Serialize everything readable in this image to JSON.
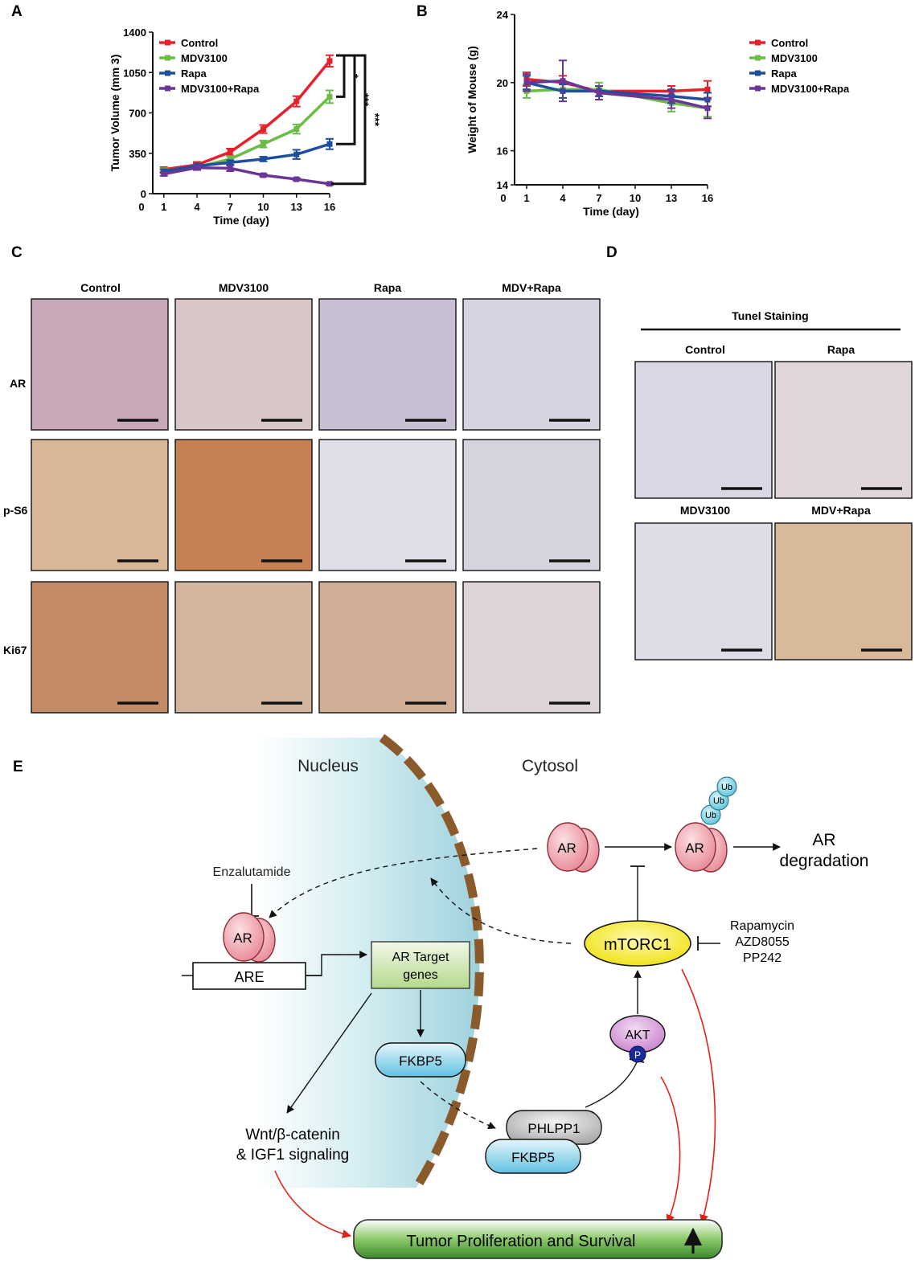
{
  "panels": {
    "A": "A",
    "B": "B",
    "C": "C",
    "D": "D",
    "E": "E"
  },
  "chart_data": [
    {
      "type": "line",
      "title": "",
      "xlabel": "Time (day)",
      "ylabel": "Tumor Volume (mm 3)",
      "xlim": [
        0,
        16
      ],
      "ylim": [
        0,
        1400
      ],
      "xticks": [
        0,
        1,
        4,
        7,
        10,
        13,
        16
      ],
      "yticks": [
        0,
        350,
        700,
        1050,
        1400
      ],
      "x": [
        1,
        4,
        7,
        10,
        13,
        16
      ],
      "legend": "top-left",
      "grid": false,
      "series": [
        {
          "name": "Control",
          "color": "#e8202a",
          "values": [
            210,
            250,
            360,
            560,
            800,
            1150
          ],
          "errors": [
            20,
            25,
            30,
            35,
            45,
            50
          ]
        },
        {
          "name": "MDV3100",
          "color": "#6cbd45",
          "values": [
            200,
            230,
            300,
            430,
            560,
            840
          ],
          "errors": [
            20,
            20,
            25,
            30,
            40,
            55
          ]
        },
        {
          "name": "Rapa",
          "color": "#1f4e9e",
          "values": [
            195,
            240,
            270,
            300,
            340,
            430
          ],
          "errors": [
            15,
            20,
            20,
            20,
            40,
            45
          ]
        },
        {
          "name": "MDV3100+Rapa",
          "color": "#6a3596",
          "values": [
            170,
            225,
            220,
            160,
            125,
            85
          ],
          "errors": [
            15,
            20,
            25,
            12,
            10,
            10
          ]
        }
      ],
      "significance": [
        "*",
        "***",
        "***"
      ]
    },
    {
      "type": "line",
      "title": "",
      "xlabel": "Time (day)",
      "ylabel": "Weight of Mouse (g)",
      "xlim": [
        0,
        16
      ],
      "ylim": [
        14,
        24
      ],
      "xticks": [
        0,
        1,
        4,
        7,
        10,
        13,
        16
      ],
      "yticks": [
        14,
        16,
        20,
        24
      ],
      "x": [
        1,
        4,
        7,
        13,
        16
      ],
      "legend": "right",
      "grid": false,
      "series": [
        {
          "name": "Control",
          "color": "#e8202a",
          "values": [
            20.2,
            20.0,
            19.5,
            19.5,
            19.6
          ],
          "errors": [
            0.4,
            0.4,
            0.3,
            0.3,
            0.5
          ]
        },
        {
          "name": "MDV3100",
          "color": "#6cbd45",
          "values": [
            19.5,
            19.6,
            19.6,
            18.8,
            18.5
          ],
          "errors": [
            0.4,
            0.5,
            0.4,
            0.5,
            0.5
          ]
        },
        {
          "name": "Rapa",
          "color": "#1f4e9e",
          "values": [
            20.0,
            19.5,
            19.5,
            19.2,
            19.0
          ],
          "errors": [
            0.4,
            0.4,
            0.3,
            0.4,
            0.4
          ]
        },
        {
          "name": "MDV3100+Rapa",
          "color": "#6a3596",
          "values": [
            20.0,
            20.1,
            19.4,
            19.0,
            18.5
          ],
          "errors": [
            0.5,
            1.2,
            0.4,
            0.5,
            0.6
          ]
        }
      ]
    }
  ],
  "ihc": {
    "columns": [
      "Control",
      "MDV3100",
      "Rapa",
      "MDV+Rapa"
    ],
    "rows": [
      "AR",
      "p-S6",
      "Ki67"
    ],
    "tile_colors": [
      [
        "#c7a7b8",
        "#d9c7c8",
        "#c9bfd5",
        "#d8d3e0"
      ],
      [
        "#d8b796",
        "#c58153",
        "#dfdfe7",
        "#d6d3de"
      ],
      [
        "#c38c66",
        "#d3b49c",
        "#cfae95",
        "#ddd4d9"
      ]
    ]
  },
  "tunel": {
    "header": "Tunel Staining",
    "labels": [
      "Control",
      "Rapa",
      "MDV3100",
      "MDV+Rapa"
    ],
    "tile_colors": [
      "#d9d7e3",
      "#e0d6d8",
      "#dcdbe6",
      "#d8b99a"
    ]
  },
  "pathway": {
    "nucleus": "Nucleus",
    "cytosol": "Cytosol",
    "enzalutamide": "Enzalutamide",
    "ar": "AR",
    "are": "ARE",
    "ar_target_1": "AR Target",
    "ar_target_2": "genes",
    "fkbp5": "FKBP5",
    "phlpp1": "PHLPP1",
    "akt": "AKT",
    "p": "P",
    "mtorc1": "mTORC1",
    "inhibitors": [
      "Rapamycin",
      "AZD8055",
      "PP242"
    ],
    "ub": "Ub",
    "ar_degradation_1": "AR",
    "ar_degradation_2": "degradation",
    "wnt_1": "Wnt/β-catenin",
    "wnt_2": "& IGF1 signaling",
    "tumor": "Tumor Proliferation and Survival"
  }
}
